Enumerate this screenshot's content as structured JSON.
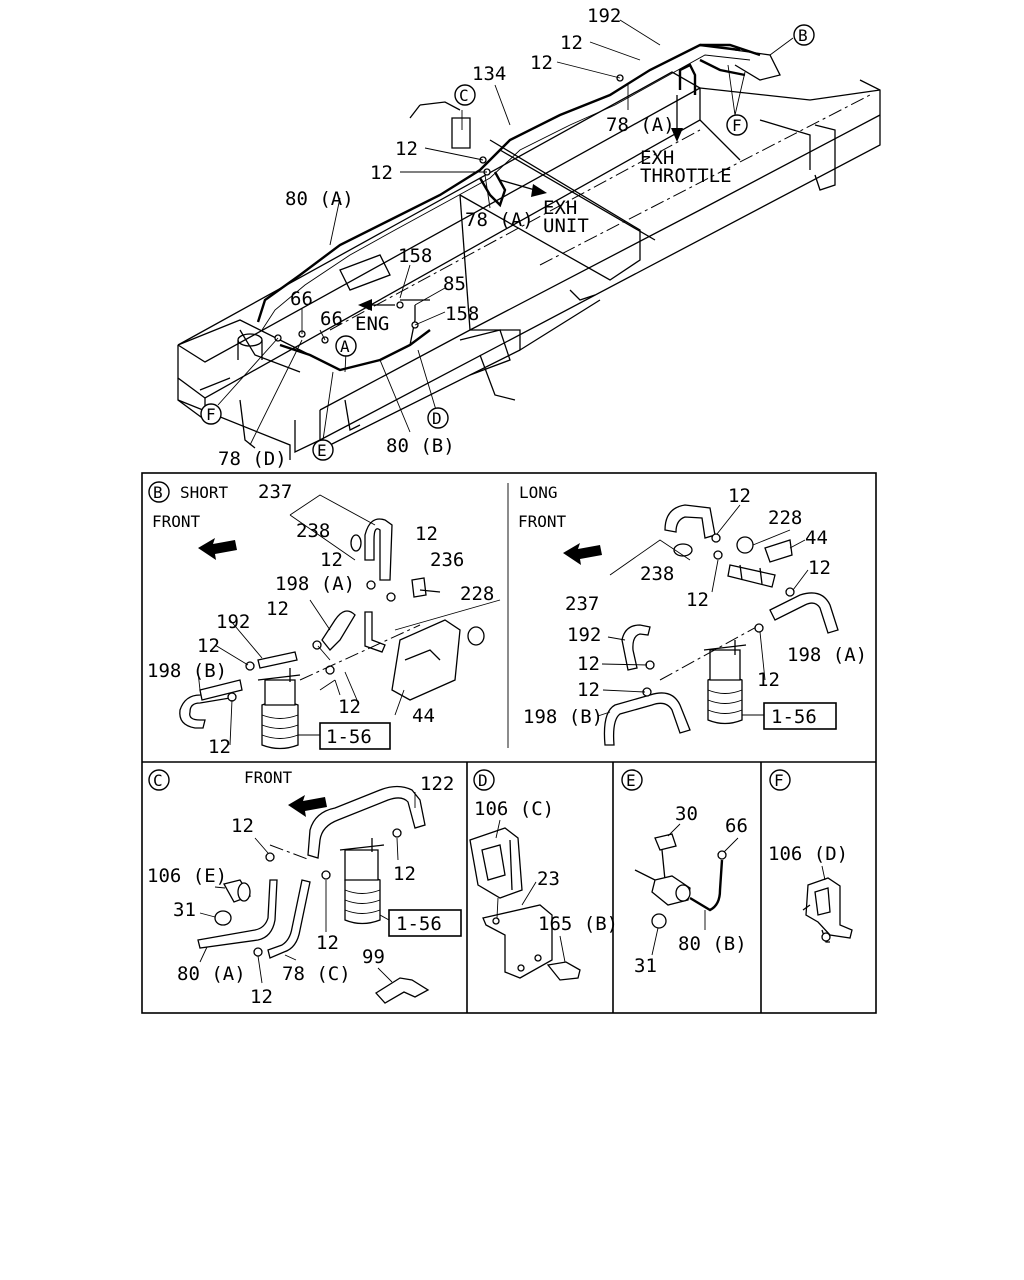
{
  "overview": {
    "labels": [
      "192",
      "12",
      "12",
      "134",
      "78 (A)",
      "12",
      "12",
      "80 (A)",
      "78 (A)",
      "158",
      "85",
      "158",
      "66",
      "66",
      "78 (D)",
      "80 (B)"
    ],
    "callouts": [
      "B",
      "C",
      "F",
      "A",
      "F",
      "E",
      "D"
    ],
    "exh_throttle": [
      "EXH",
      "THROTTLE"
    ],
    "exh_unit": [
      "EXH",
      "UNIT"
    ],
    "eng": "ENG"
  },
  "panel_b": {
    "callout": "B",
    "short_title": "SHORT",
    "short_front": "FRONT",
    "long_title": "LONG",
    "long_front": "FRONT",
    "short_labels": [
      "237",
      "238",
      "12",
      "12",
      "236",
      "198 (A)",
      "228",
      "12",
      "192",
      "12",
      "198 (B)",
      "12",
      "12",
      "44"
    ],
    "short_ref": "1-56",
    "long_labels": [
      "12",
      "228",
      "44",
      "12",
      "238",
      "12",
      "237",
      "192",
      "12",
      "198 (A)",
      "12",
      "12",
      "198 (B)"
    ],
    "long_ref": "1-56"
  },
  "panel_c": {
    "callout": "C",
    "front": "FRONT",
    "labels": [
      "122",
      "12",
      "12",
      "106 (E)",
      "31",
      "12",
      "80 (A)",
      "78 (C)",
      "12",
      "99"
    ],
    "ref": "1-56"
  },
  "panel_d": {
    "callout": "D",
    "labels": [
      "106 (C)",
      "23",
      "165 (B)"
    ]
  },
  "panel_e": {
    "callout": "E",
    "labels": [
      "30",
      "66",
      "31",
      "80 (B)"
    ]
  },
  "panel_f": {
    "callout": "F",
    "labels": [
      "106 (D)"
    ]
  }
}
